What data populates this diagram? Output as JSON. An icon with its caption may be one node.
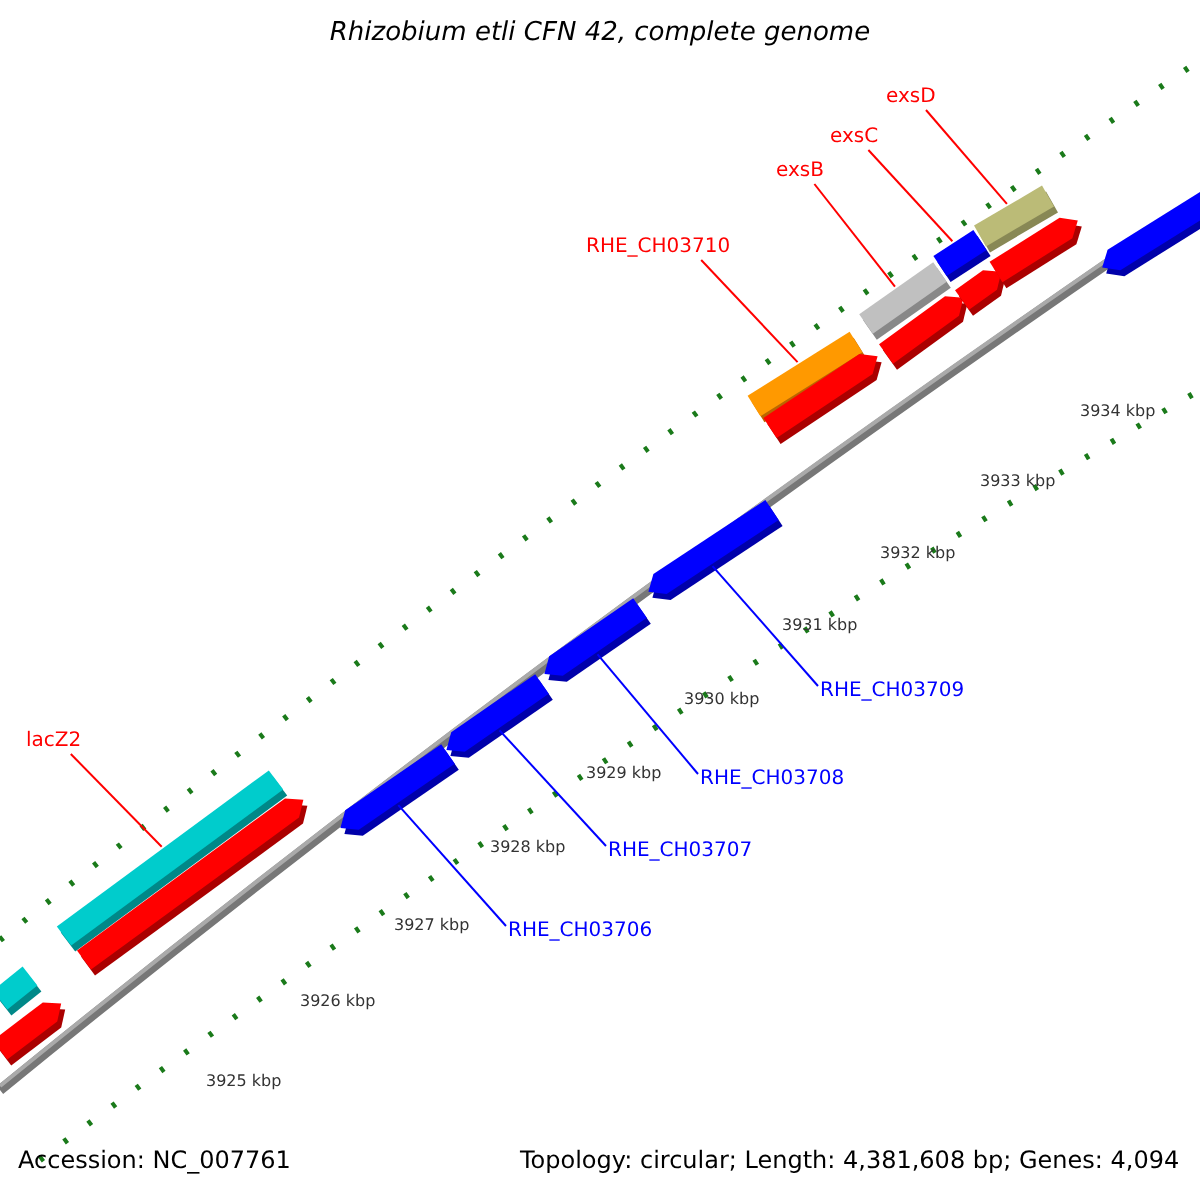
{
  "diagram": {
    "title": "Rhizobium etli CFN 42, complete genome",
    "nodes": [
      {
        "text": [
          "exsD"
        ]
      },
      {
        "text": [
          "exsC"
        ]
      },
      {
        "text": [
          "exsB"
        ]
      },
      {
        "text": [
          "RHE_CH03710"
        ]
      },
      {
        "text": [
          "lacZ2"
        ]
      },
      {
        "text": [
          "RHE_CH03709"
        ]
      },
      {
        "text": [
          "RHE_CH03708"
        ]
      },
      {
        "text": [
          "RHE_CH03707"
        ]
      },
      {
        "text": [
          "RHE_CH03706"
        ]
      },
      {
        "text": [],
        "shape": "bar"
      },
      {
        "text": [],
        "shape": "bar"
      },
      {
        "text": [],
        "shape": "bar"
      },
      {
        "text": [],
        "shape": "bar"
      },
      {
        "text": [],
        "shape": "bar"
      },
      {
        "text": [],
        "shape": "arrow"
      },
      {
        "text": [],
        "shape": "arrow"
      },
      {
        "text": [],
        "shape": "arrow"
      },
      {
        "text": [],
        "shape": "arrow"
      },
      {
        "text": [],
        "shape": "bar"
      },
      {
        "text": [],
        "shape": "arrow"
      },
      {
        "text": [],
        "shape": "arrow"
      },
      {
        "text": [],
        "shape": "arrow"
      },
      {
        "text": [],
        "shape": "arrow"
      },
      {
        "text": [],
        "shape": "arrow"
      },
      {
        "text": [],
        "shape": "arrow"
      },
      {
        "text": [],
        "shape": "arrow"
      }
    ],
    "edges": [
      {
        "from": 0,
        "to": 9,
        "arrow": "none"
      },
      {
        "from": 1,
        "to": 10,
        "arrow": "none"
      },
      {
        "from": 2,
        "to": 11,
        "arrow": "none"
      },
      {
        "from": 3,
        "to": 12,
        "arrow": "none"
      },
      {
        "from": 4,
        "to": 13,
        "arrow": "none"
      },
      {
        "from": 5,
        "to": 14,
        "arrow": "none",
        "color": "#0000ff"
      },
      {
        "from": 6,
        "to": 15,
        "arrow": "none",
        "color": "#0000ff"
      },
      {
        "from": 7,
        "to": 16,
        "arrow": "none",
        "color": "#0000ff"
      },
      {
        "from": 8,
        "to": 17,
        "arrow": "none",
        "color": "#0000ff"
      }
    ],
    "labels": [
      "3934 kbp",
      "3933 kbp",
      "3932 kbp",
      "3931 kbp",
      "3930 kbp",
      "3929 kbp",
      "3928 kbp",
      "3927 kbp",
      "3926 kbp",
      "3925 kbp",
      "Accession: NC_007761",
      "Topology: circular; Length: 4,381,608 bp; Genes: 4,094"
    ]
  }
}
